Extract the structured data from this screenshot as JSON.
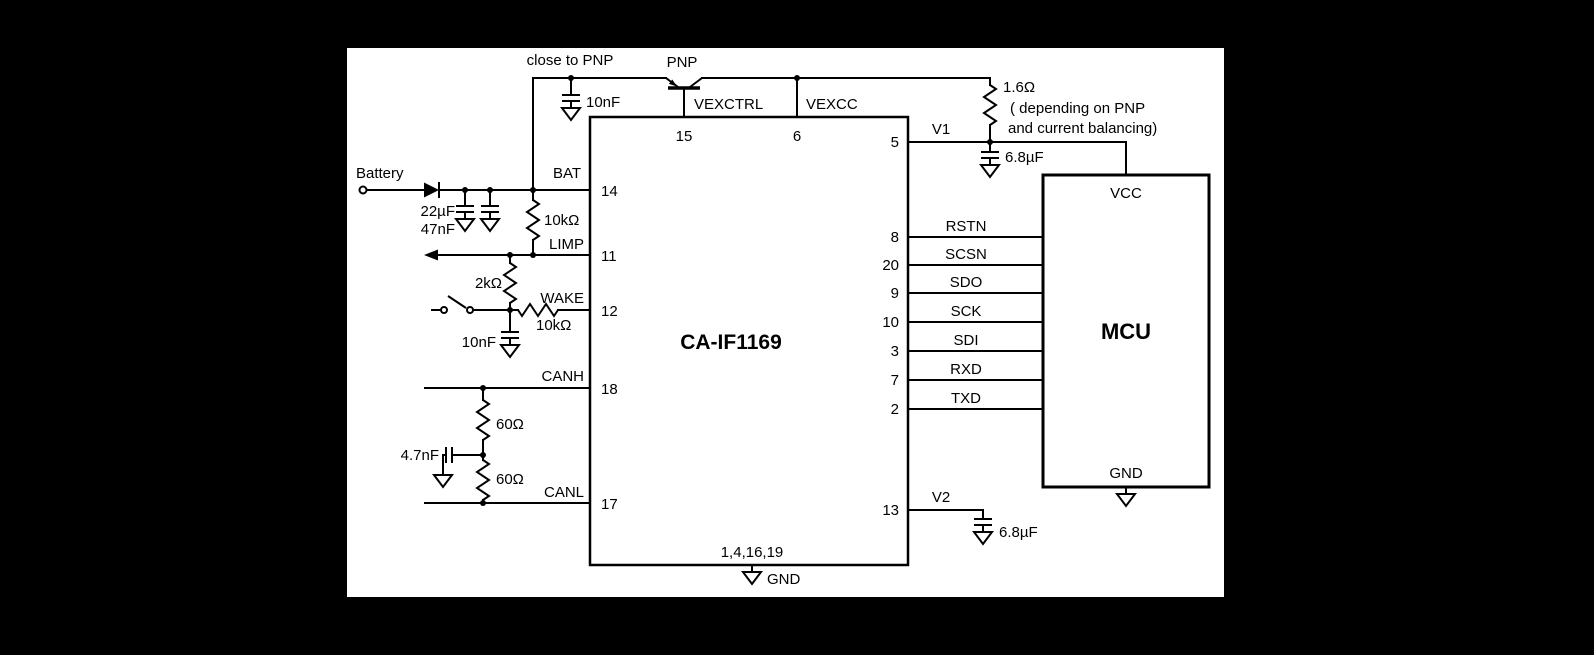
{
  "ic": {
    "name": "CA-IF1169",
    "pins": {
      "vexctrl": {
        "num": "15",
        "label": "VEXCTRL"
      },
      "vexcc": {
        "num": "6",
        "label": "VEXCC"
      },
      "v1": {
        "num": "5",
        "label": "V1"
      },
      "bat": {
        "num": "14",
        "label": "BAT"
      },
      "limp": {
        "num": "11",
        "label": "LIMP"
      },
      "wake": {
        "num": "12",
        "label": "WAKE"
      },
      "canh": {
        "num": "18",
        "label": "CANH"
      },
      "canl": {
        "num": "17",
        "label": "CANL"
      },
      "v2": {
        "num": "13",
        "label": "V2"
      },
      "gnd": {
        "num": "1,4,16,19",
        "label": "GND"
      }
    }
  },
  "mcu": {
    "name": "MCU",
    "vcc_label": "VCC",
    "gnd_label": "GND"
  },
  "signals": [
    {
      "pin": "8",
      "name": "RSTN"
    },
    {
      "pin": "20",
      "name": "SCSN"
    },
    {
      "pin": "9",
      "name": "SDO"
    },
    {
      "pin": "10",
      "name": "SCK"
    },
    {
      "pin": "3",
      "name": "SDI"
    },
    {
      "pin": "7",
      "name": "RXD"
    },
    {
      "pin": "2",
      "name": "TXD"
    }
  ],
  "components": {
    "battery_label": "Battery",
    "note_close_to_pnp": "close to PNP",
    "pnp_label": "PNP",
    "cap_pnp": "10nF",
    "cap_bulk": "22µF",
    "cap_input": "47nF",
    "res_bat": "10kΩ",
    "res_limp_wake": "2kΩ",
    "res_wake_series": "10kΩ",
    "cap_wake": "10nF",
    "res_canh": "60Ω",
    "res_canl": "60Ω",
    "cap_split": "4.7nF",
    "res_vexcc": "1.6Ω",
    "res_note_1": "( depending on PNP",
    "res_note_2": "and current balancing)",
    "cap_v1": "6.8µF",
    "cap_v2": "6.8µF"
  }
}
